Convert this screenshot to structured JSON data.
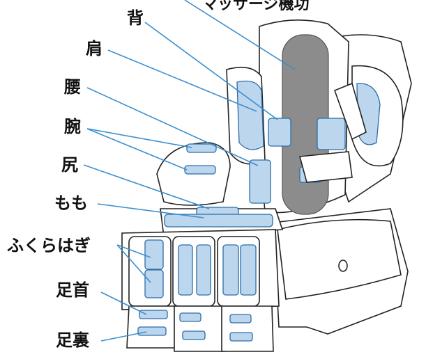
{
  "labels": {
    "top": "マッサージ機功",
    "back": "背",
    "shoulder": "肩",
    "waist": "腰",
    "arm": "腕",
    "buttocks": "尻",
    "thigh": "もも",
    "calf": "ふくらはぎ",
    "ankle": "足首",
    "sole": "足裏"
  },
  "colors": {
    "airbag_fill": "#bcd6ee",
    "airbag_stroke": "#2b6da8",
    "leader_line": "#3a8fd0",
    "back_roller": "#8c8c8c",
    "outline": "#222222"
  }
}
